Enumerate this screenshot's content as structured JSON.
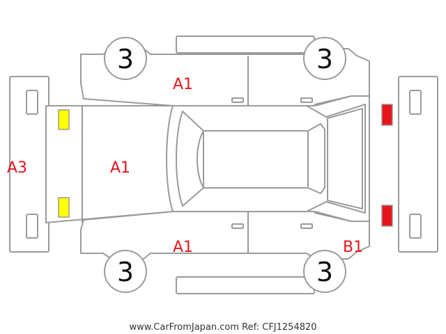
{
  "colors": {
    "outline": "#9a9a9a",
    "damage_code": "#e8141b",
    "grade": "#111111",
    "front_lamps": "#ffff00",
    "rear_lamps": "#e8141b"
  },
  "grades": {
    "front_left": "3",
    "rear_left": "3",
    "front_right": "3",
    "rear_right": "3"
  },
  "damage_codes": {
    "front_bumper": "A3",
    "hood": "A1",
    "left_side": "A1",
    "right_side": "A1",
    "rear_right": "B1"
  },
  "footer": {
    "text": "www.CarFromJapan.com Ref: CFJ1254820"
  }
}
